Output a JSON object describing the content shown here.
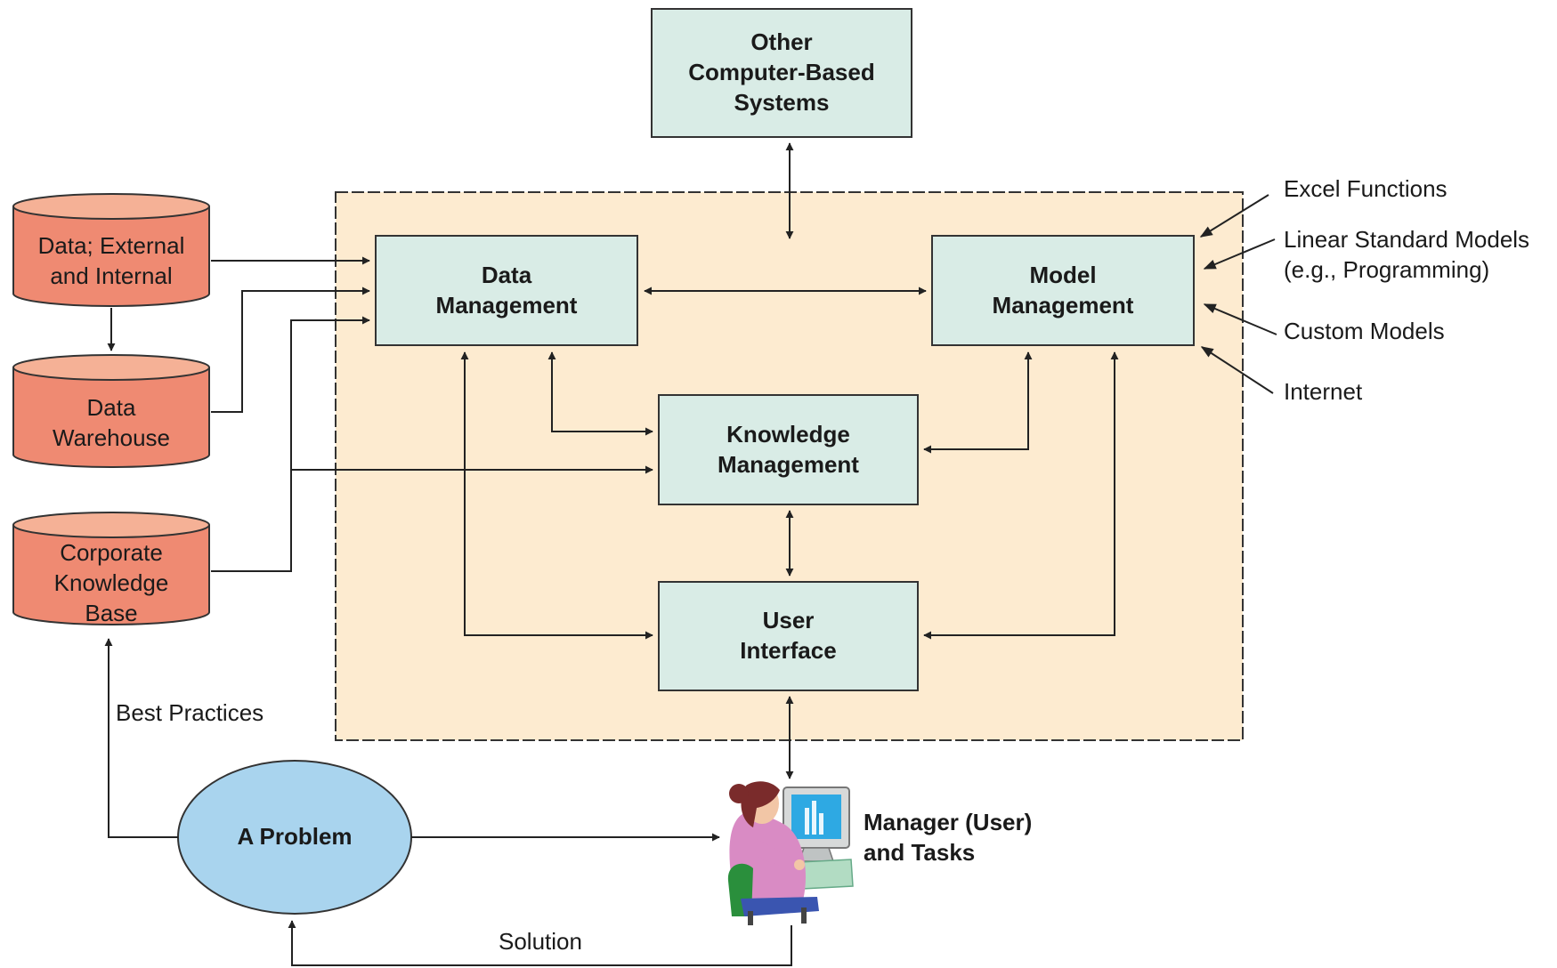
{
  "diagram": {
    "other_systems": "Other\nComputer-Based\nSystems",
    "data_management": "Data\nManagement",
    "model_management": "Model\nManagement",
    "knowledge_management": "Knowledge\nManagement",
    "user_interface": "User\nInterface",
    "data_external_internal": "Data; External\nand Internal",
    "data_warehouse": "Data\nWarehouse",
    "corporate_knowledge_base": "Corporate\nKnowledge\nBase",
    "excel_functions": "Excel Functions",
    "linear_standard_models": "Linear Standard Models\n(e.g., Programming)",
    "custom_models": "Custom Models",
    "internet": "Internet",
    "best_practices": "Best Practices",
    "a_problem": "A Problem",
    "manager": "Manager (User)\nand Tasks",
    "solution": "Solution"
  },
  "colors": {
    "module_fill": "#d9ece6",
    "system_fill": "#fdebd0",
    "database_fill": "#ef8a72",
    "database_top": "#f5b196",
    "problem_fill": "#a9d4ee",
    "line": "#222222"
  }
}
